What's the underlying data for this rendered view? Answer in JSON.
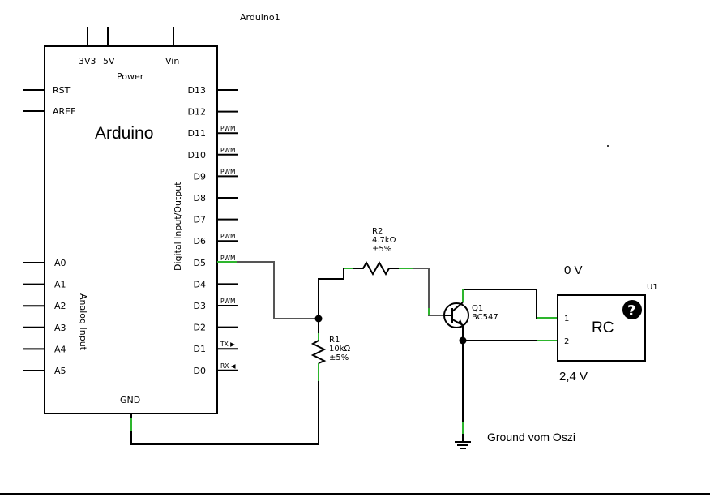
{
  "arduino": {
    "instance": "Arduino1",
    "title": "Arduino",
    "power_label": "Power",
    "top_pins": [
      "3V3",
      "5V",
      "Vin"
    ],
    "left_pins": [
      "RST",
      "AREF"
    ],
    "analog_pins": [
      "A0",
      "A1",
      "A2",
      "A3",
      "A4",
      "A5"
    ],
    "analog_label": "Analog Input",
    "digital_label": "Digital Input/Output",
    "right_pins": [
      "D13",
      "D12",
      "D11",
      "D10",
      "D9",
      "D8",
      "D7",
      "D6",
      "D5",
      "D4",
      "D3",
      "D2",
      "D1",
      "D0"
    ],
    "right_tags": [
      "",
      "",
      "PWM",
      "PWM",
      "PWM",
      "",
      "",
      "PWM",
      "PWM",
      "",
      "PWM",
      "",
      "TX ▶",
      "RX ◀"
    ],
    "gnd_label": "GND"
  },
  "r2": {
    "ref": "R2",
    "value": "4.7kΩ",
    "tol": "±5%"
  },
  "r1": {
    "ref": "R1",
    "value": "10kΩ",
    "tol": "±5%"
  },
  "q1": {
    "ref": "Q1",
    "part": "BC547"
  },
  "u1": {
    "ref": "U1",
    "label": "RC",
    "pin1": "1",
    "pin2": "2",
    "help_glyph": "?"
  },
  "annotations": {
    "zero_v": "0 V",
    "two_four_v": "2,4 V",
    "ground": "Ground vom Oszi"
  },
  "colors": {
    "wire": "#000000",
    "wire_gray": "#555555",
    "connector": "#2db52d"
  }
}
